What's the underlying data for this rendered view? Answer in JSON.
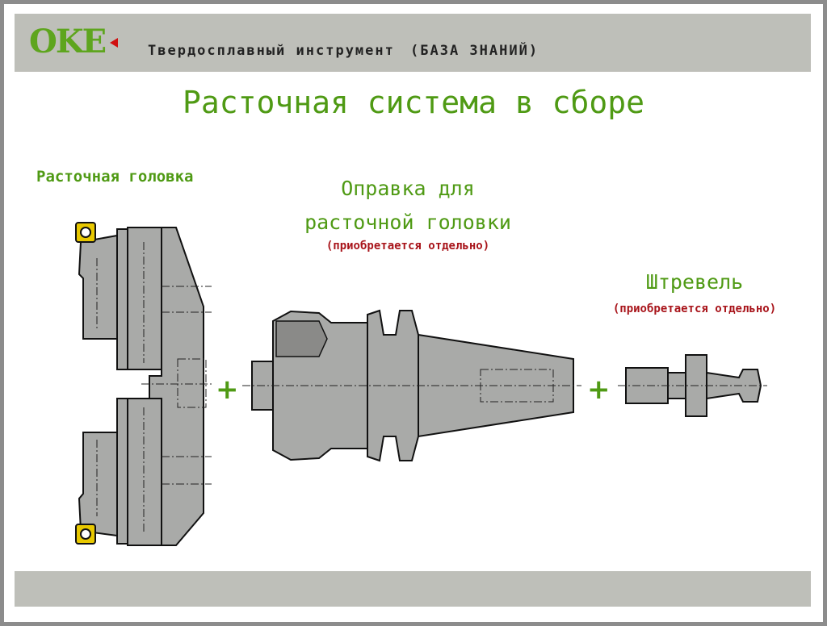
{
  "header": {
    "logo": "OKE",
    "subtitle": "Твердосплавный инструмент",
    "section": "(БАЗА ЗНАНИЙ)"
  },
  "title": "Расточная система в сборе",
  "components": {
    "boring_head": {
      "label": "Расточная головка"
    },
    "arbor": {
      "label_line1": "Оправка для",
      "label_line2": "расточной головки",
      "note": "(приобретается отдельно)"
    },
    "pull_stud": {
      "label": "Штревель",
      "note": "(приобретается отдельно)"
    }
  },
  "plus_sign": "+",
  "colors": {
    "green": "#4f9a14",
    "red": "#a8141a",
    "band": "#bebfb9",
    "part": "#a9aaa8",
    "insert": "#e8c800"
  }
}
